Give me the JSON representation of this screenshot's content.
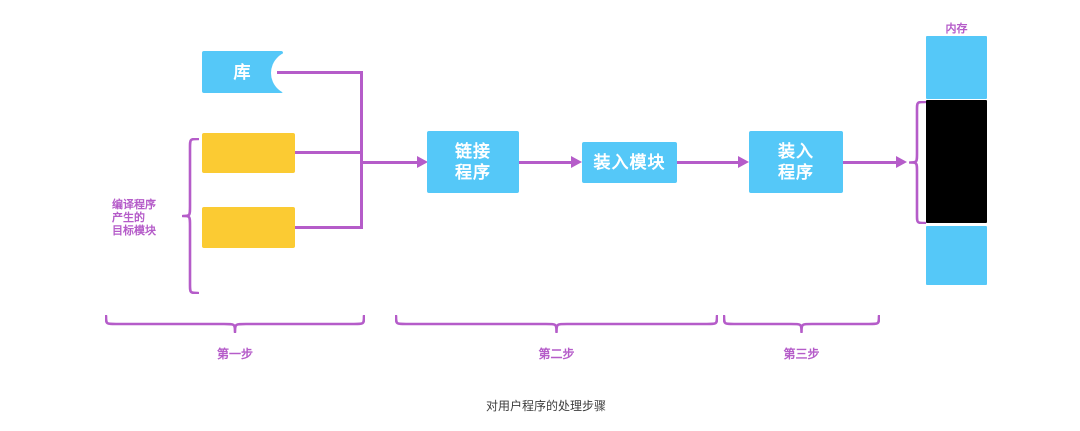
{
  "diagram": {
    "caption": "对用户程序的处理步骤",
    "memory_label": "内存",
    "left_annotation": {
      "line1": "编译程序",
      "line2": "产生的",
      "line3": "目标模块"
    },
    "nodes": {
      "library": {
        "label": "库"
      },
      "linker": {
        "line1": "链接",
        "line2": "程序"
      },
      "load_module": {
        "label": "装入模块"
      },
      "loader": {
        "line1": "装入",
        "line2": "程序"
      }
    },
    "steps": {
      "step1": "第一步",
      "step2": "第二步",
      "step3": "第三步"
    },
    "colors": {
      "cyan": "#55C8F8",
      "yellow": "#FBCB33",
      "purple": "#B55CC9",
      "memory_block": "#000000",
      "caption_text": "#3D3D3D"
    }
  }
}
